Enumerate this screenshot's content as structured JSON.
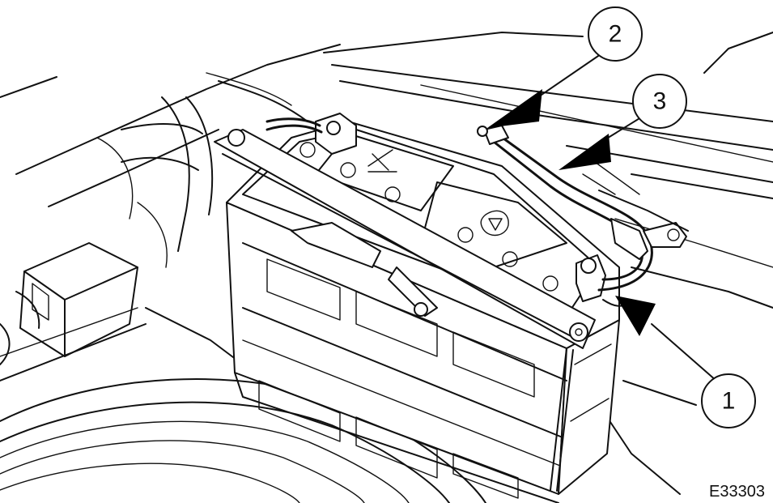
{
  "callouts": [
    {
      "label": "1"
    },
    {
      "label": "2"
    },
    {
      "label": "3"
    }
  ],
  "reference_code": "E33303"
}
